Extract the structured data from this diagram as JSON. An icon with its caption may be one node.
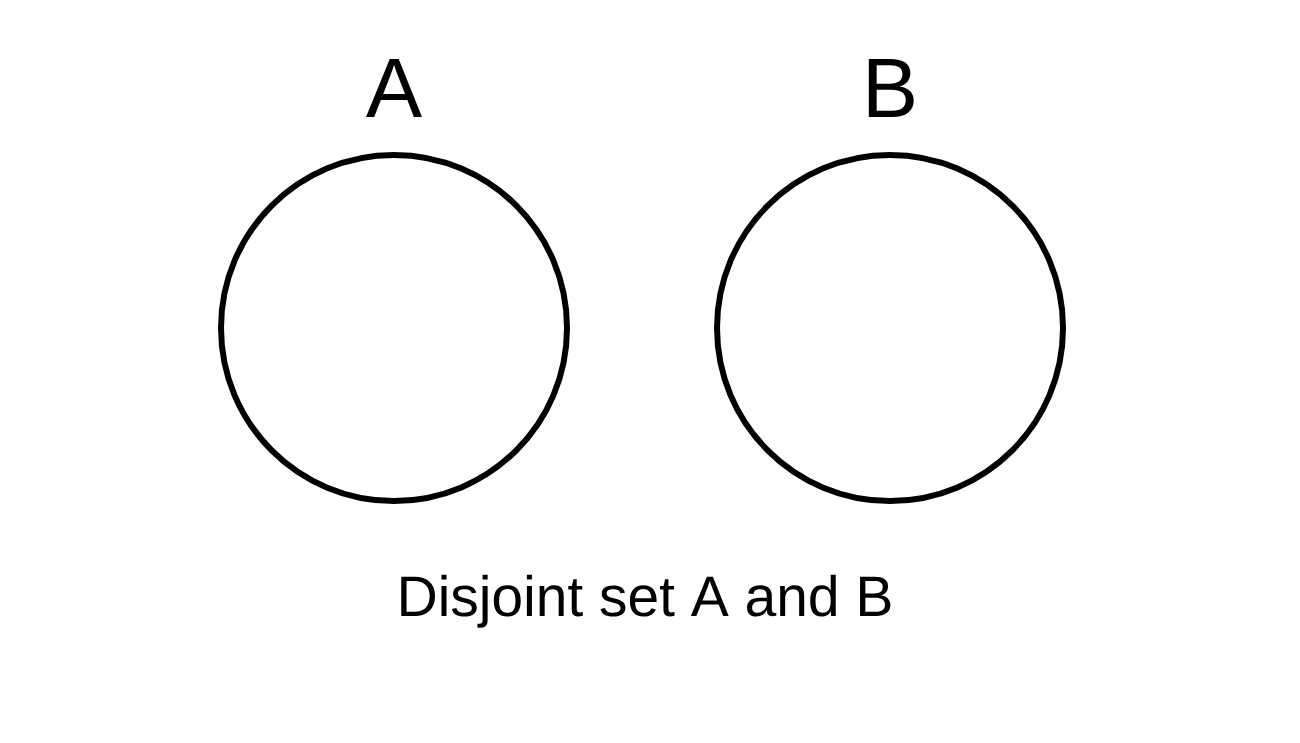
{
  "diagram": {
    "caption": "Disjoint set A and B",
    "nodes": [
      {
        "text": [
          "A"
        ]
      },
      {
        "text": [
          "B"
        ]
      }
    ]
  }
}
